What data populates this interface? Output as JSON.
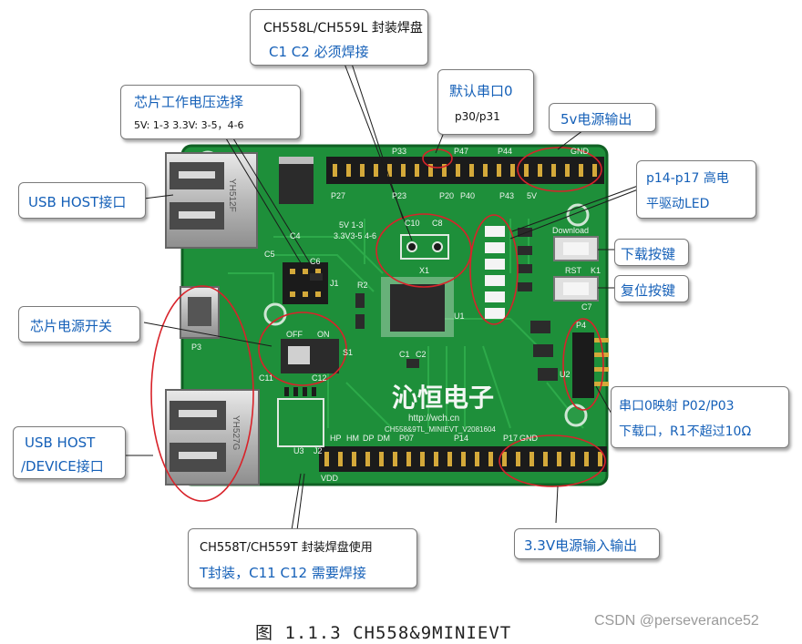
{
  "colors": {
    "pcb": "#1e8f3a",
    "pcb_dark": "#14702b",
    "callout_blue": "#1560b8",
    "ring_red": "#d8232a",
    "header_black": "#1b1b1b"
  },
  "callouts": {
    "package_top": {
      "line1": "CH558L/CH559L 封装焊盘",
      "line2": "C1  C2 必须焊接"
    },
    "voltage_select": {
      "title": "芯片工作电压选择",
      "detail": "5V:  1-3   3.3V:  3-5，4-6"
    },
    "uart0_default": {
      "title": "默认串口0",
      "detail": "p30/p31"
    },
    "power_5v_out": {
      "label": "5v电源输出"
    },
    "usb_host": {
      "label": "USB  HOST接口"
    },
    "led_drive": {
      "line1": "p14-p17 高电",
      "line2": "平驱动LED"
    },
    "download_key": {
      "label": "下载按键"
    },
    "reset_key": {
      "label": "复位按键"
    },
    "power_switch": {
      "label": "芯片电源开关"
    },
    "uart0_map": {
      "line1": "串口0映射 P02/P03",
      "line2": "下载口，R1不超过10Ω"
    },
    "usb_host_device": {
      "line1": "USB  HOST",
      "line2": "/DEVICE接口"
    },
    "package_bottom": {
      "line1": "CH558T/CH559T 封装焊盘使用",
      "line2": "T封装，C11  C12 需要焊接"
    },
    "power_33v_io": {
      "label": "3.3V电源输入输出"
    }
  },
  "board": {
    "brand": "沁恒电子",
    "url": "http://wch.cn",
    "model": "CH558&9TL_MINIEVT_V2081604",
    "silk": {
      "p27": "P27",
      "p23": "P23",
      "p20": "P20",
      "p40": "P40",
      "p43": "P43",
      "p5v": "5V",
      "p33": "P33",
      "p47": "P47",
      "p44": "P44",
      "gnd": "GND",
      "vol_table_a": "5V  1-3",
      "vol_table_b": "3.3V3-5 4-6",
      "off": "OFF",
      "on": "ON",
      "s1": "S1",
      "p3": "P3",
      "c11": "C11",
      "c12": "C12",
      "u3": "U3",
      "j2": "J2",
      "x1": "X1",
      "u1": "U1",
      "rst": "RST",
      "dnload": "Download",
      "p4": "P4",
      "u2": "U2",
      "hp": "HP",
      "hm": "HM",
      "dp": "DP",
      "dm": "DM",
      "p07": "P07",
      "p14": "P14",
      "p17": "P17",
      "gnd2": "GND",
      "vdd": "VDD",
      "c1": "C1",
      "c2": "C2",
      "c10": "C10",
      "c8": "C8",
      "r2": "R2",
      "c6": "C6",
      "j1": "J1",
      "c5": "C5",
      "c4": "C4",
      "c7": "C7",
      "k1": "K1",
      "usb_top_mark": "YH512F",
      "usb_bot_mark": "YH527G"
    }
  },
  "figure_caption": "图 1.1.3 CH558&9MINIEVT",
  "watermark": "CSDN @perseverance52"
}
